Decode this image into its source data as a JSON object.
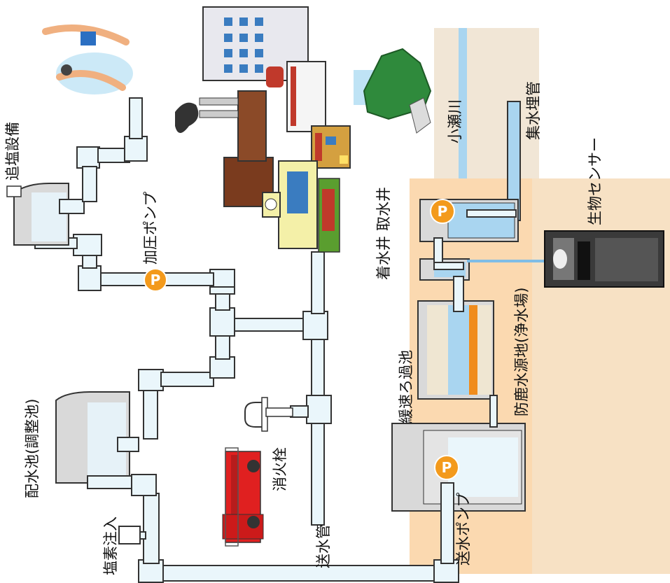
{
  "labels": {
    "salt_equipment": "追塩設備",
    "booster_pump": "加圧ポンプ",
    "distribution_reservoir": "配水池(調整池)",
    "chlorine_injection": "塩素注入",
    "fire_hydrant": "消火栓",
    "transmission_pipe": "送水管",
    "transmission_pump": "送水ポンプ",
    "slow_filter": "緩速ろ過池",
    "facility": "防鹿水源地(浄水場)",
    "intake_well": "取水井",
    "receiving_well": "着水井",
    "river": "小瀬川",
    "collector_pipe": "集水埋管",
    "bio_sensor": "生物センサー"
  },
  "pump_symbol": "P",
  "colors": {
    "pipe_fill": "#eaf6fb",
    "pump": "#f39a1c",
    "ground": "#fbd9b0",
    "water": "#a9d5f0",
    "tank": "#d9d9d9",
    "filter_layer": "#f08c1c",
    "gravel": "#efe6d2",
    "fire_truck": "#e02020"
  },
  "icons": [
    "salt-tank-icon",
    "swimmers-icon",
    "buildings-icon",
    "factory-icon",
    "school-icon",
    "house-icon",
    "mountain-icon",
    "fire-hydrant-icon",
    "fire-truck-icon",
    "bio-sensor-device-icon"
  ]
}
